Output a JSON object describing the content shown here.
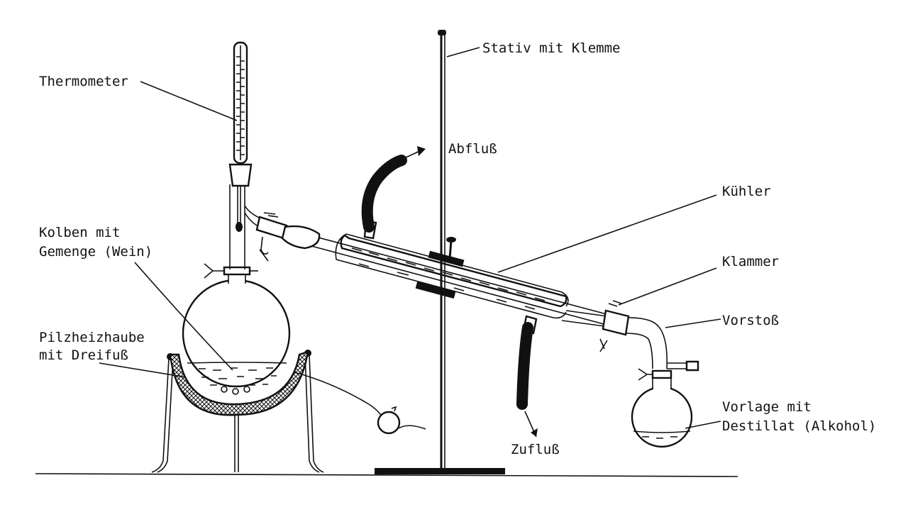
{
  "labels": {
    "thermometer": "Thermometer",
    "stand": "Stativ mit Klemme",
    "outflow": "Abfluß",
    "condenser": "Kühler",
    "flask_line1": "Kolben mit",
    "flask_line2": "Gemenge (Wein)",
    "clamp": "Klammer",
    "adapter": "Vorstoß",
    "heater_line1": "Pilzheizhaube",
    "heater_line2": "mit Dreifuß",
    "receiver_line1": "Vorlage mit",
    "receiver_line2": "Destillat (Alkohol)",
    "inflow": "Zufluß"
  },
  "colors": {
    "ink": "#111111",
    "paper": "#ffffff"
  }
}
